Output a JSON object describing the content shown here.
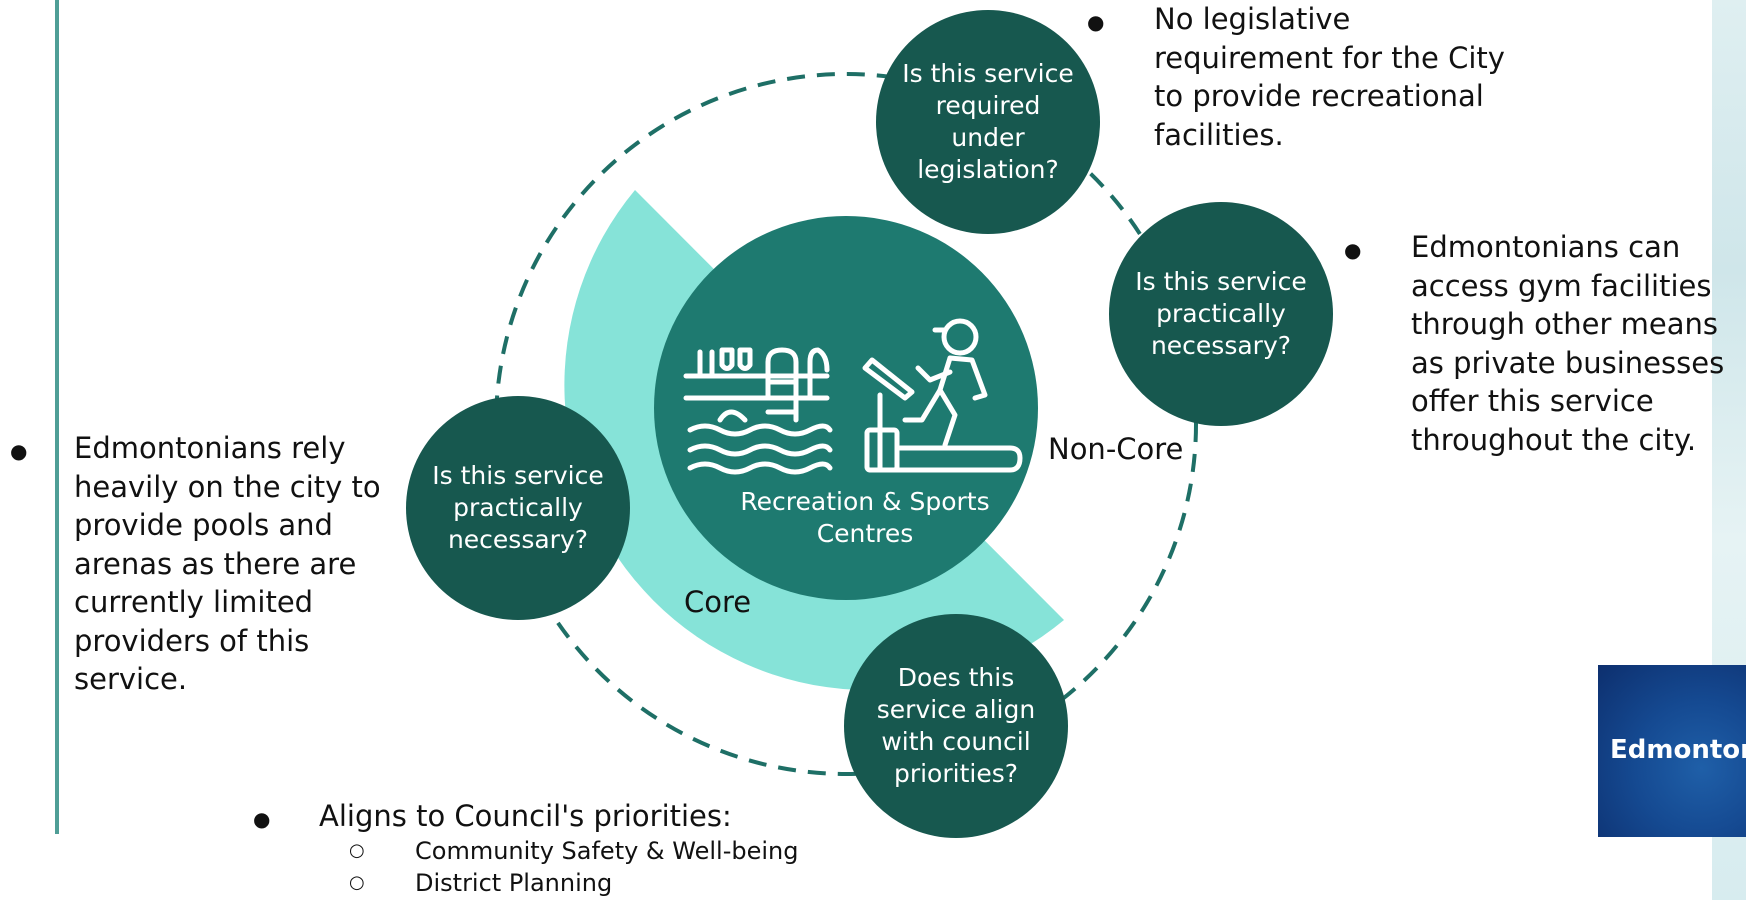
{
  "question_circles": {
    "legislation": "Is this service required under legislation?",
    "practical_right": "Is this service practically necessary?",
    "practical_left": "Is this service practically necessary?",
    "council": "Does this service align with council priorities?"
  },
  "center": {
    "label": "Recreation & Sports Centres",
    "icons": [
      "pool-icon",
      "treadmill-runner-icon"
    ]
  },
  "zone_labels": {
    "core": "Core",
    "non_core": "Non-Core"
  },
  "answers": {
    "legislation": "No legislative requirement for the City to provide recreational facilities.",
    "practical_right": "Edmontonians can access gym facilities through other means as private businesses offer this service throughout the city.",
    "practical_left": "Edmontonians rely heavily on the city to provide pools and arenas as there are currently limited providers of this service.",
    "council_heading": "Aligns to Council's priorities:",
    "council_items": [
      "Community Safety & Well-being",
      "District Planning"
    ]
  },
  "logo": {
    "text": "Edmonton"
  },
  "colors": {
    "dark_teal": "#17584f",
    "mid_teal": "#1e7a70",
    "light_teal": "#86e3d8",
    "dashed_ring": "#1e6f66"
  }
}
